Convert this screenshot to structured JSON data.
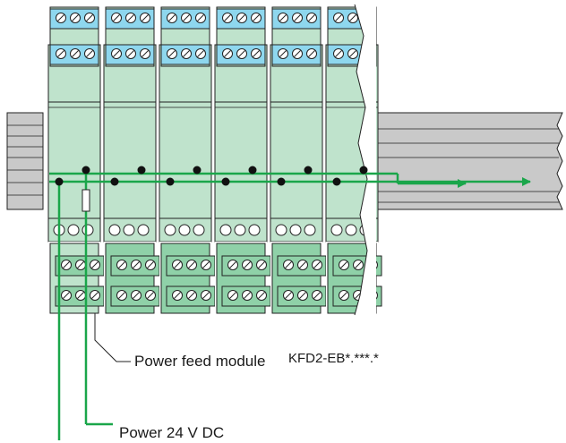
{
  "labels": {
    "power_feed_module": "Power feed module",
    "module_code": "KFD2-EB*.***.*",
    "power_supply": "Power 24 V DC"
  },
  "colors": {
    "module_body": "#bfe3cc",
    "terminal_block": "#8ed7ee",
    "terminal_block_lower": "#8fd1a8",
    "rail": "#c9c9c9",
    "power_line": "#1aa64a",
    "outline": "#222222"
  },
  "diagram": {
    "module_count": 6
  }
}
